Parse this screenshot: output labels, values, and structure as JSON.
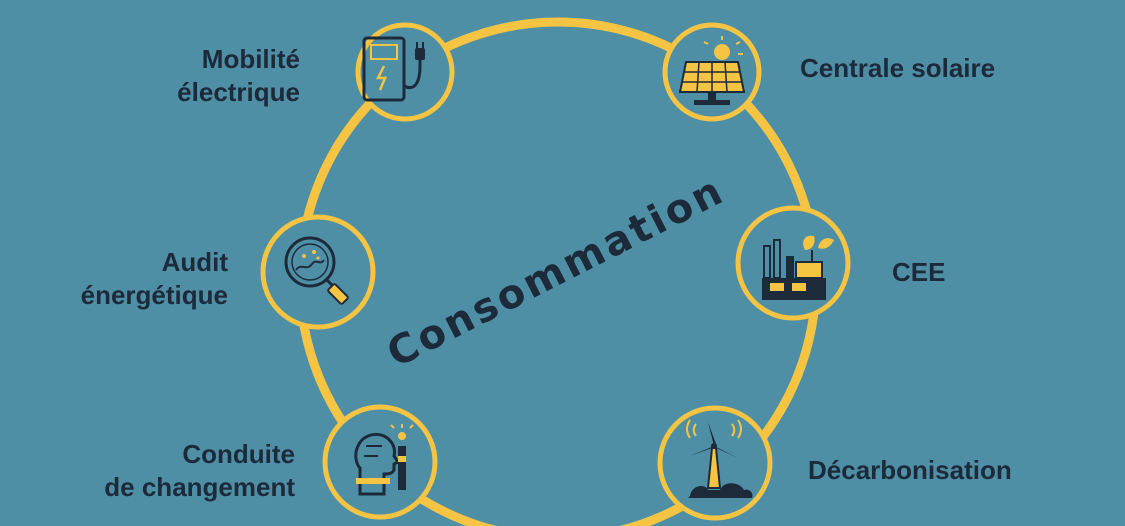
{
  "center_label": "Consommation",
  "colors": {
    "background": "#4f8fa6",
    "ring": "#f6c443",
    "dark": "#1c2a3a"
  },
  "nodes": [
    {
      "id": "mobilite",
      "icon": "ev-charger-icon",
      "lines": [
        "Mobilité",
        "électrique"
      ]
    },
    {
      "id": "solaire",
      "icon": "solar-panel-icon",
      "lines": [
        "Centrale solaire"
      ]
    },
    {
      "id": "audit",
      "icon": "magnifier-icon",
      "lines": [
        "Audit",
        "énergétique"
      ]
    },
    {
      "id": "cee",
      "icon": "green-factory-icon",
      "lines": [
        "CEE"
      ]
    },
    {
      "id": "conduite",
      "icon": "head-idea-icon",
      "lines": [
        "Conduite",
        "de changement"
      ]
    },
    {
      "id": "decarbonisation",
      "icon": "wind-turbine-icon",
      "lines": [
        "Décarbonisation"
      ]
    }
  ]
}
